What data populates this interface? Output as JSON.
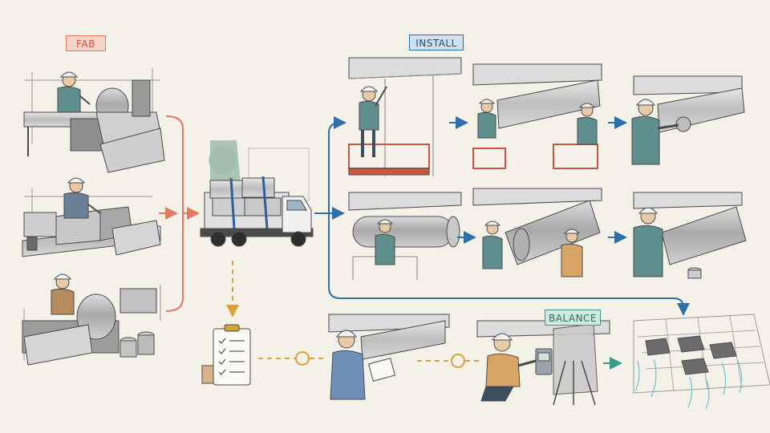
{
  "stage_tags": {
    "fab": "FAB",
    "install": "INSTALL",
    "balance": "BALANCE"
  },
  "colors": {
    "background": "#f4f1e9",
    "fab_accent": "#e07b62",
    "fab_fill": "#f6d3c8",
    "install_accent": "#2f6fa7",
    "install_fill": "#cfe1f1",
    "balance_accent": "#3a9a86",
    "balance_fill": "#cfe9dd",
    "qa_accent": "#d9a13a",
    "sketch_line": "#4a4a4a",
    "worker_shirt_teal": "#5e8f8d",
    "worker_shirt_blue": "#6f8fb8",
    "worker_shirt_tan": "#d9a566",
    "lift_red": "#c9573f",
    "truck_white": "#f0f0f0",
    "strap_blue": "#2f5fa0"
  },
  "icons": {
    "fab_flow": "arrow-right-icon",
    "install_flow": "arrow-right-icon",
    "balance_flow": "arrow-right-icon",
    "qa_flow": "arrow-down-icon",
    "inspection_checkpoint": "circle-node-icon",
    "checklist": "clipboard-checklist-icon"
  }
}
